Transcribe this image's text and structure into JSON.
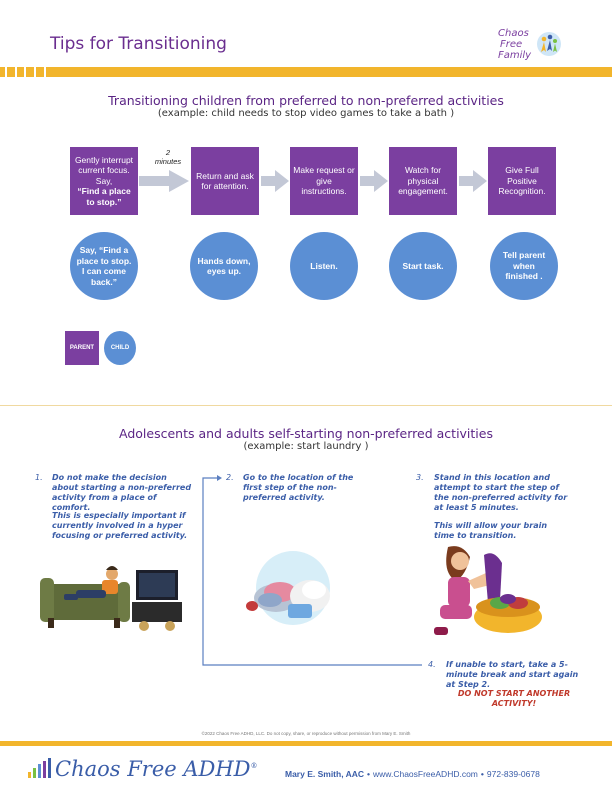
{
  "header": {
    "title": "Tips for Transitioning",
    "brand_line1": "Chaos",
    "brand_line2": "Free",
    "brand_line3": "Family"
  },
  "section1": {
    "title": "Transitioning children from preferred to non-preferred activities",
    "subtitle": "(example: child needs to stop video games to take a bath )",
    "arrow_label_top": "2",
    "arrow_label_bottom": "minutes",
    "parent_steps": [
      {
        "text_plain": "Gently interrupt current focus. Say,",
        "text_bold": "“Find a place to stop.”"
      },
      {
        "text_plain": "Return and ask for attention.",
        "text_bold": ""
      },
      {
        "text_plain": "Make request or give instructions.",
        "text_bold": ""
      },
      {
        "text_plain": "Watch for physical engagement.",
        "text_bold": ""
      },
      {
        "text_plain": "Give Full Positive Recognition.",
        "text_bold": ""
      }
    ],
    "child_steps": [
      "Say, “Find a place to stop. I can come back.”",
      "Hands down, eyes up.",
      "Listen.",
      "Start task.",
      "Tell parent when finished ."
    ],
    "legend_parent": "PARENT",
    "legend_child": "CHILD"
  },
  "section2": {
    "title": "Adolescents and adults self-starting non-preferred activities",
    "subtitle": "(example: start laundry )",
    "step1_num": "1.",
    "step1_text": "Do not make the decision about starting a non-preferred activity from a place of comfort.",
    "step1_note": "This is especially important if currently involved in a hyper focusing or preferred activity.",
    "step2_num": "2.",
    "step2_text": "Go to the location of the first step of the non-preferred activity.",
    "step3_num": "3.",
    "step3_text": "Stand in this location and attempt to start the step of the non-preferred activity for at least 5 minutes.",
    "step3_note": "This will allow your brain time to transition.",
    "step4_num": "4.",
    "step4_text": "If unable to start, take a 5-minute break and start again at Step 2.",
    "warning": "DO NOT START ANOTHER ACTIVITY!"
  },
  "footer": {
    "copyright": "©2022 Chaos Free ADHD, LLC.  Do not copy, share, or reproduce without permission from Mary E. Smith",
    "brand": "Chaos Free ADHD",
    "trademark": "®",
    "name": "Mary E. Smith, AAC",
    "website": "www.ChaosFreeADHD.com",
    "phone": "972-839-0678"
  },
  "colors": {
    "purple": "#7b3fa0",
    "blue": "#5b8fd4",
    "gold": "#f2b52c"
  }
}
